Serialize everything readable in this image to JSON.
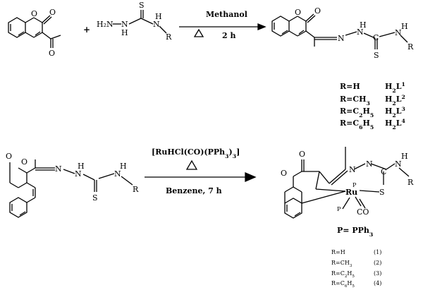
{
  "reaction1": {
    "plus": "+",
    "thio_h2n": "H₂N",
    "thio_h_left": "H",
    "thio_h_right": "H",
    "thio_n_left": "N",
    "thio_n_right": "N",
    "thio_s": "S",
    "thio_r": "R",
    "condition_top": "Methanol",
    "condition_bottom": "2 h",
    "product_n1": "N",
    "product_n2": "N",
    "product_h1": "H",
    "product_c": "C",
    "product_nh": "N",
    "product_h2": "H",
    "product_s": "S",
    "product_r": "R",
    "reactant_o1": "O",
    "reactant_o2": "O",
    "reactant_o3": "O",
    "product_o1": "O",
    "product_o2": "O"
  },
  "ligands": [
    {
      "r": "R=H",
      "l": "H2L",
      "sup": "1"
    },
    {
      "r": "R=CH3",
      "l": "H2L",
      "sup": "2"
    },
    {
      "r": "R=C2H5",
      "l": "H2L",
      "sup": "3"
    },
    {
      "r": "R=C6H5",
      "l": "H2L",
      "sup": "4"
    }
  ],
  "reaction2": {
    "reagent": "[RuHCl(CO)(PPh3)3]",
    "solvent": "Benzene, 7 h",
    "lig_o1": "O",
    "lig_o2": "O",
    "lig_n1": "N",
    "lig_n2": "N",
    "lig_h1": "H",
    "lig_n3": "N",
    "lig_h2": "H",
    "lig_s": "S",
    "lig_r": "R",
    "cx_o1": "O",
    "cx_o2": "O",
    "cx_n1": "N",
    "cx_n2": "N",
    "cx_c": "C",
    "cx_n3": "N",
    "cx_h": "H",
    "cx_r": "R",
    "cx_s": "S",
    "cx_ru": "Ru",
    "cx_p1": "P",
    "cx_p2": "P",
    "cx_co": "CO",
    "p_def": "P= PPh3"
  },
  "complexes": [
    {
      "r": "R=H",
      "n": "(1)"
    },
    {
      "r": "R=CH3",
      "n": "(2)"
    },
    {
      "r": "R=C2H5",
      "n": "(3)"
    },
    {
      "r": "R=C6H5",
      "n": "(4)"
    }
  ]
}
